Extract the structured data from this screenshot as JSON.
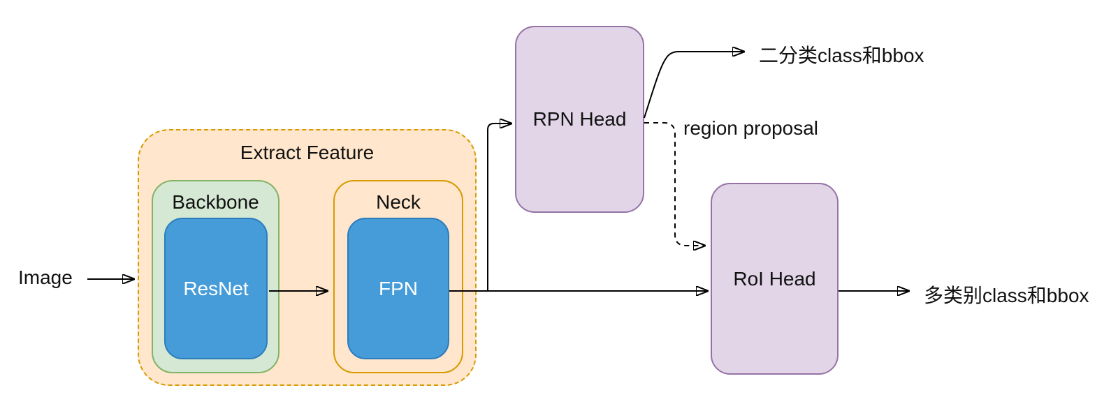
{
  "diagram": {
    "labels": {
      "image": "Image",
      "extract_feature": "Extract Feature",
      "backbone": "Backbone",
      "resnet": "ResNet",
      "neck": "Neck",
      "fpn": "FPN",
      "rpn_head": "RPN Head",
      "roi_head": "RoI Head",
      "binary_output": "二分类class和bbox",
      "region_proposal": "region proposal",
      "multi_output": "多类别class和bbox"
    },
    "colors": {
      "container_fill": "#FFE6CC",
      "container_stroke": "#D79B00",
      "backbone_fill": "#D5E8D4",
      "backbone_stroke": "#82B366",
      "block_fill": "#459CD8",
      "block_stroke": "#2D7DBB",
      "head_fill": "#E1D5E7",
      "head_stroke": "#9673A6",
      "connector": "#000000",
      "background": "#FFFFFF"
    },
    "edges": [
      {
        "from": "Image",
        "to": "Extract Feature",
        "style": "solid"
      },
      {
        "from": "ResNet",
        "to": "FPN",
        "style": "solid"
      },
      {
        "from": "FPN",
        "to": "RPN Head",
        "style": "solid"
      },
      {
        "from": "FPN",
        "to": "RoI Head",
        "style": "solid"
      },
      {
        "from": "RPN Head",
        "to": "二分类class和bbox",
        "style": "solid"
      },
      {
        "from": "RPN Head",
        "to": "RoI Head",
        "style": "dashed",
        "label": "region proposal"
      },
      {
        "from": "RoI Head",
        "to": "多类别class和bbox",
        "style": "solid"
      }
    ]
  }
}
